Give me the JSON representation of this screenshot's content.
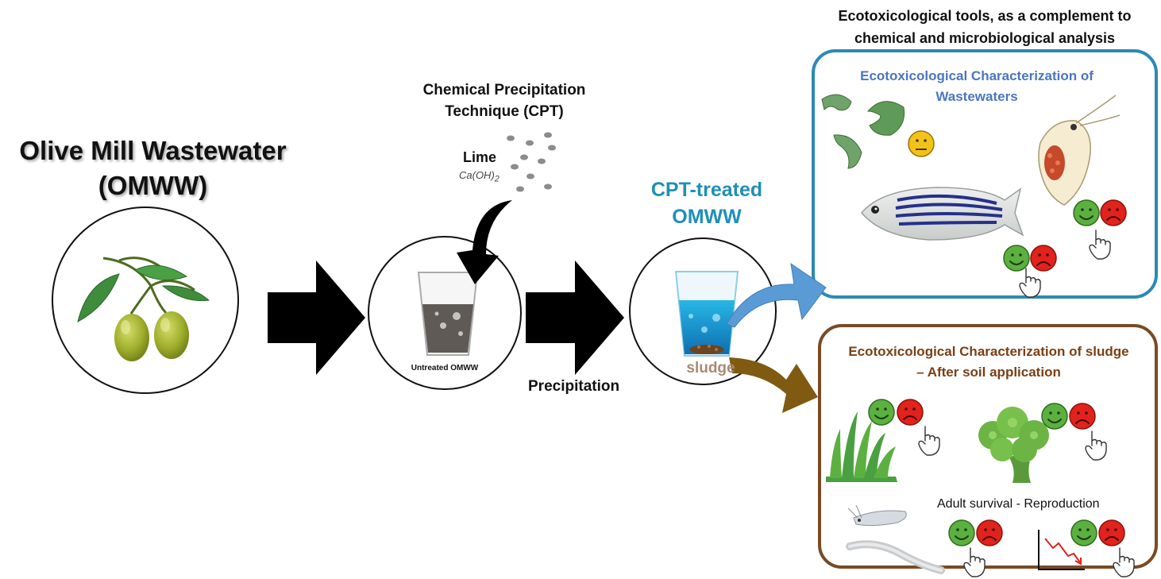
{
  "labels": {
    "omww_title_line1": "Olive Mill Wastewater",
    "omww_title_line2": "(OMWW)",
    "cpt_title_line1": "Chemical Precipitation",
    "cpt_title_line2": "Technique (CPT)",
    "lime": "Lime",
    "lime_formula": "Ca(OH)",
    "lime_formula_sub": "2",
    "untreated": "Untreated OMWW",
    "precipitation": "Precipitation",
    "cpt_treated_line1": "CPT-treated",
    "cpt_treated_line2": "OMWW",
    "sludge": "sludge",
    "eco_tools_line1": "Ecotoxicological tools, as a complement to",
    "eco_tools_line2": "chemical and microbiological analysis",
    "water_box_line1": "Ecotoxicological Characterization of",
    "water_box_line2": "Wastewaters",
    "sludge_box_line1": "Ecotoxicological Characterization of sludge",
    "sludge_box_line2": "– After soil application",
    "adult_survival": "Adult survival - Reproduction"
  },
  "colors": {
    "cpt_treated_text": "#1e8fb8",
    "water_box_border": "#2c89b5",
    "sludge_box_border": "#7a4a24",
    "water_box_title": "#4a76c2",
    "sludge_box_title": "#7a3f14",
    "blue_arrow": "#5b9bd5",
    "brown_arrow": "#7f5a10",
    "happy_face": "#5cb040",
    "sad_face": "#e0231c",
    "neutral_face": "#f3c21a"
  },
  "icons": [
    "olive-branch-icon",
    "cup-untreated-icon",
    "cup-treated-icon",
    "algae-icon",
    "daphnia-icon",
    "zebrafish-icon",
    "grass-icon",
    "broccoli-icon",
    "springtail-icon",
    "earthworm-icon",
    "decline-chart-icon",
    "hand-pointer-icon",
    "happy-face-icon",
    "sad-face-icon",
    "neutral-face-icon"
  ]
}
